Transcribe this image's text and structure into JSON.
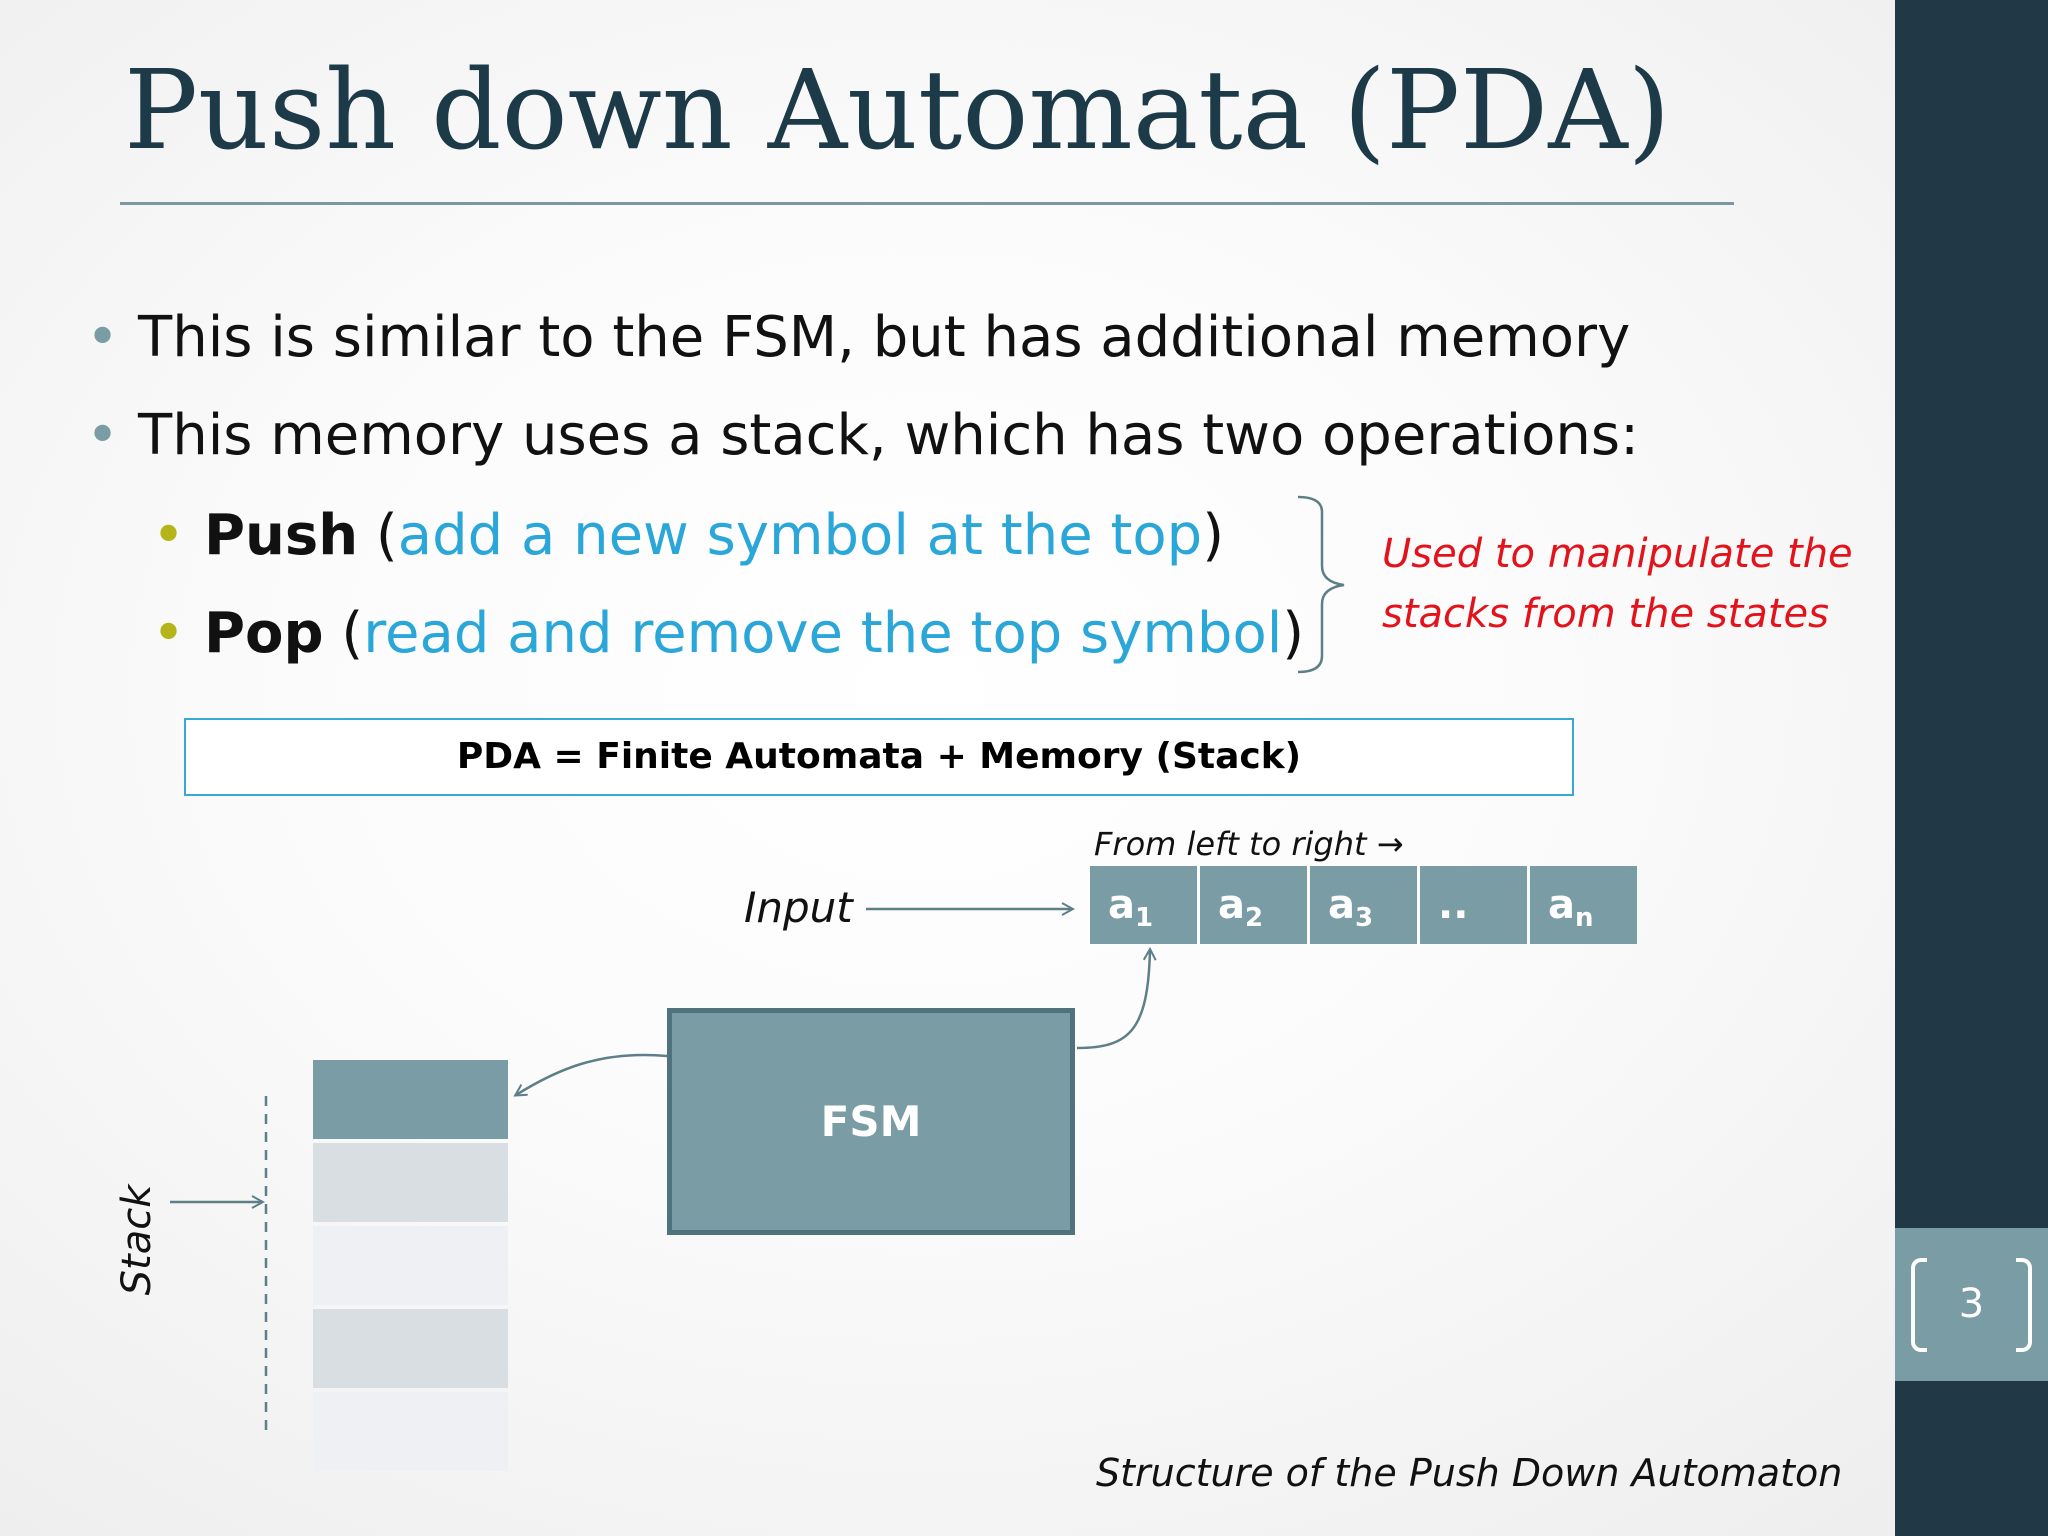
{
  "slide": {
    "title": "Push down Automata (PDA)",
    "page_number": "3"
  },
  "bullets": [
    {
      "text": "This is similar to the FSM, but has additional memory"
    },
    {
      "text": "This memory uses a stack, which has two operations:"
    }
  ],
  "operations": [
    {
      "name": "Push",
      "open": " (",
      "description": "add a new symbol at the top",
      "close": ")"
    },
    {
      "name": "Pop",
      "open": " (",
      "description": "read and remove the top symbol",
      "close": ")"
    }
  ],
  "note": "Used to manipulate the stacks from the states",
  "formula": "PDA = Finite Automata + Memory (Stack)",
  "diagram": {
    "direction_label": "From left to right →",
    "input_label": "Input",
    "tape": [
      {
        "symbol": "a",
        "index": "1"
      },
      {
        "symbol": "a",
        "index": "2"
      },
      {
        "symbol": "a",
        "index": "3"
      },
      {
        "symbol": "..",
        "index": ""
      },
      {
        "symbol": "a",
        "index": "n"
      }
    ],
    "fsm_label": "FSM",
    "stack_label": "Stack",
    "caption": "Structure of the Push Down Automaton"
  },
  "colors": {
    "title": "#1d3a48",
    "sidebar": "#213946",
    "accent_blue": "#2aa7d8",
    "note_red": "#e3121b",
    "fsm_fill": "#7a9ca5",
    "stack_slots": [
      "#7a9ca5",
      "#d9dee3",
      "#eef0f3",
      "#d9dee3",
      "#eef0f3"
    ]
  }
}
